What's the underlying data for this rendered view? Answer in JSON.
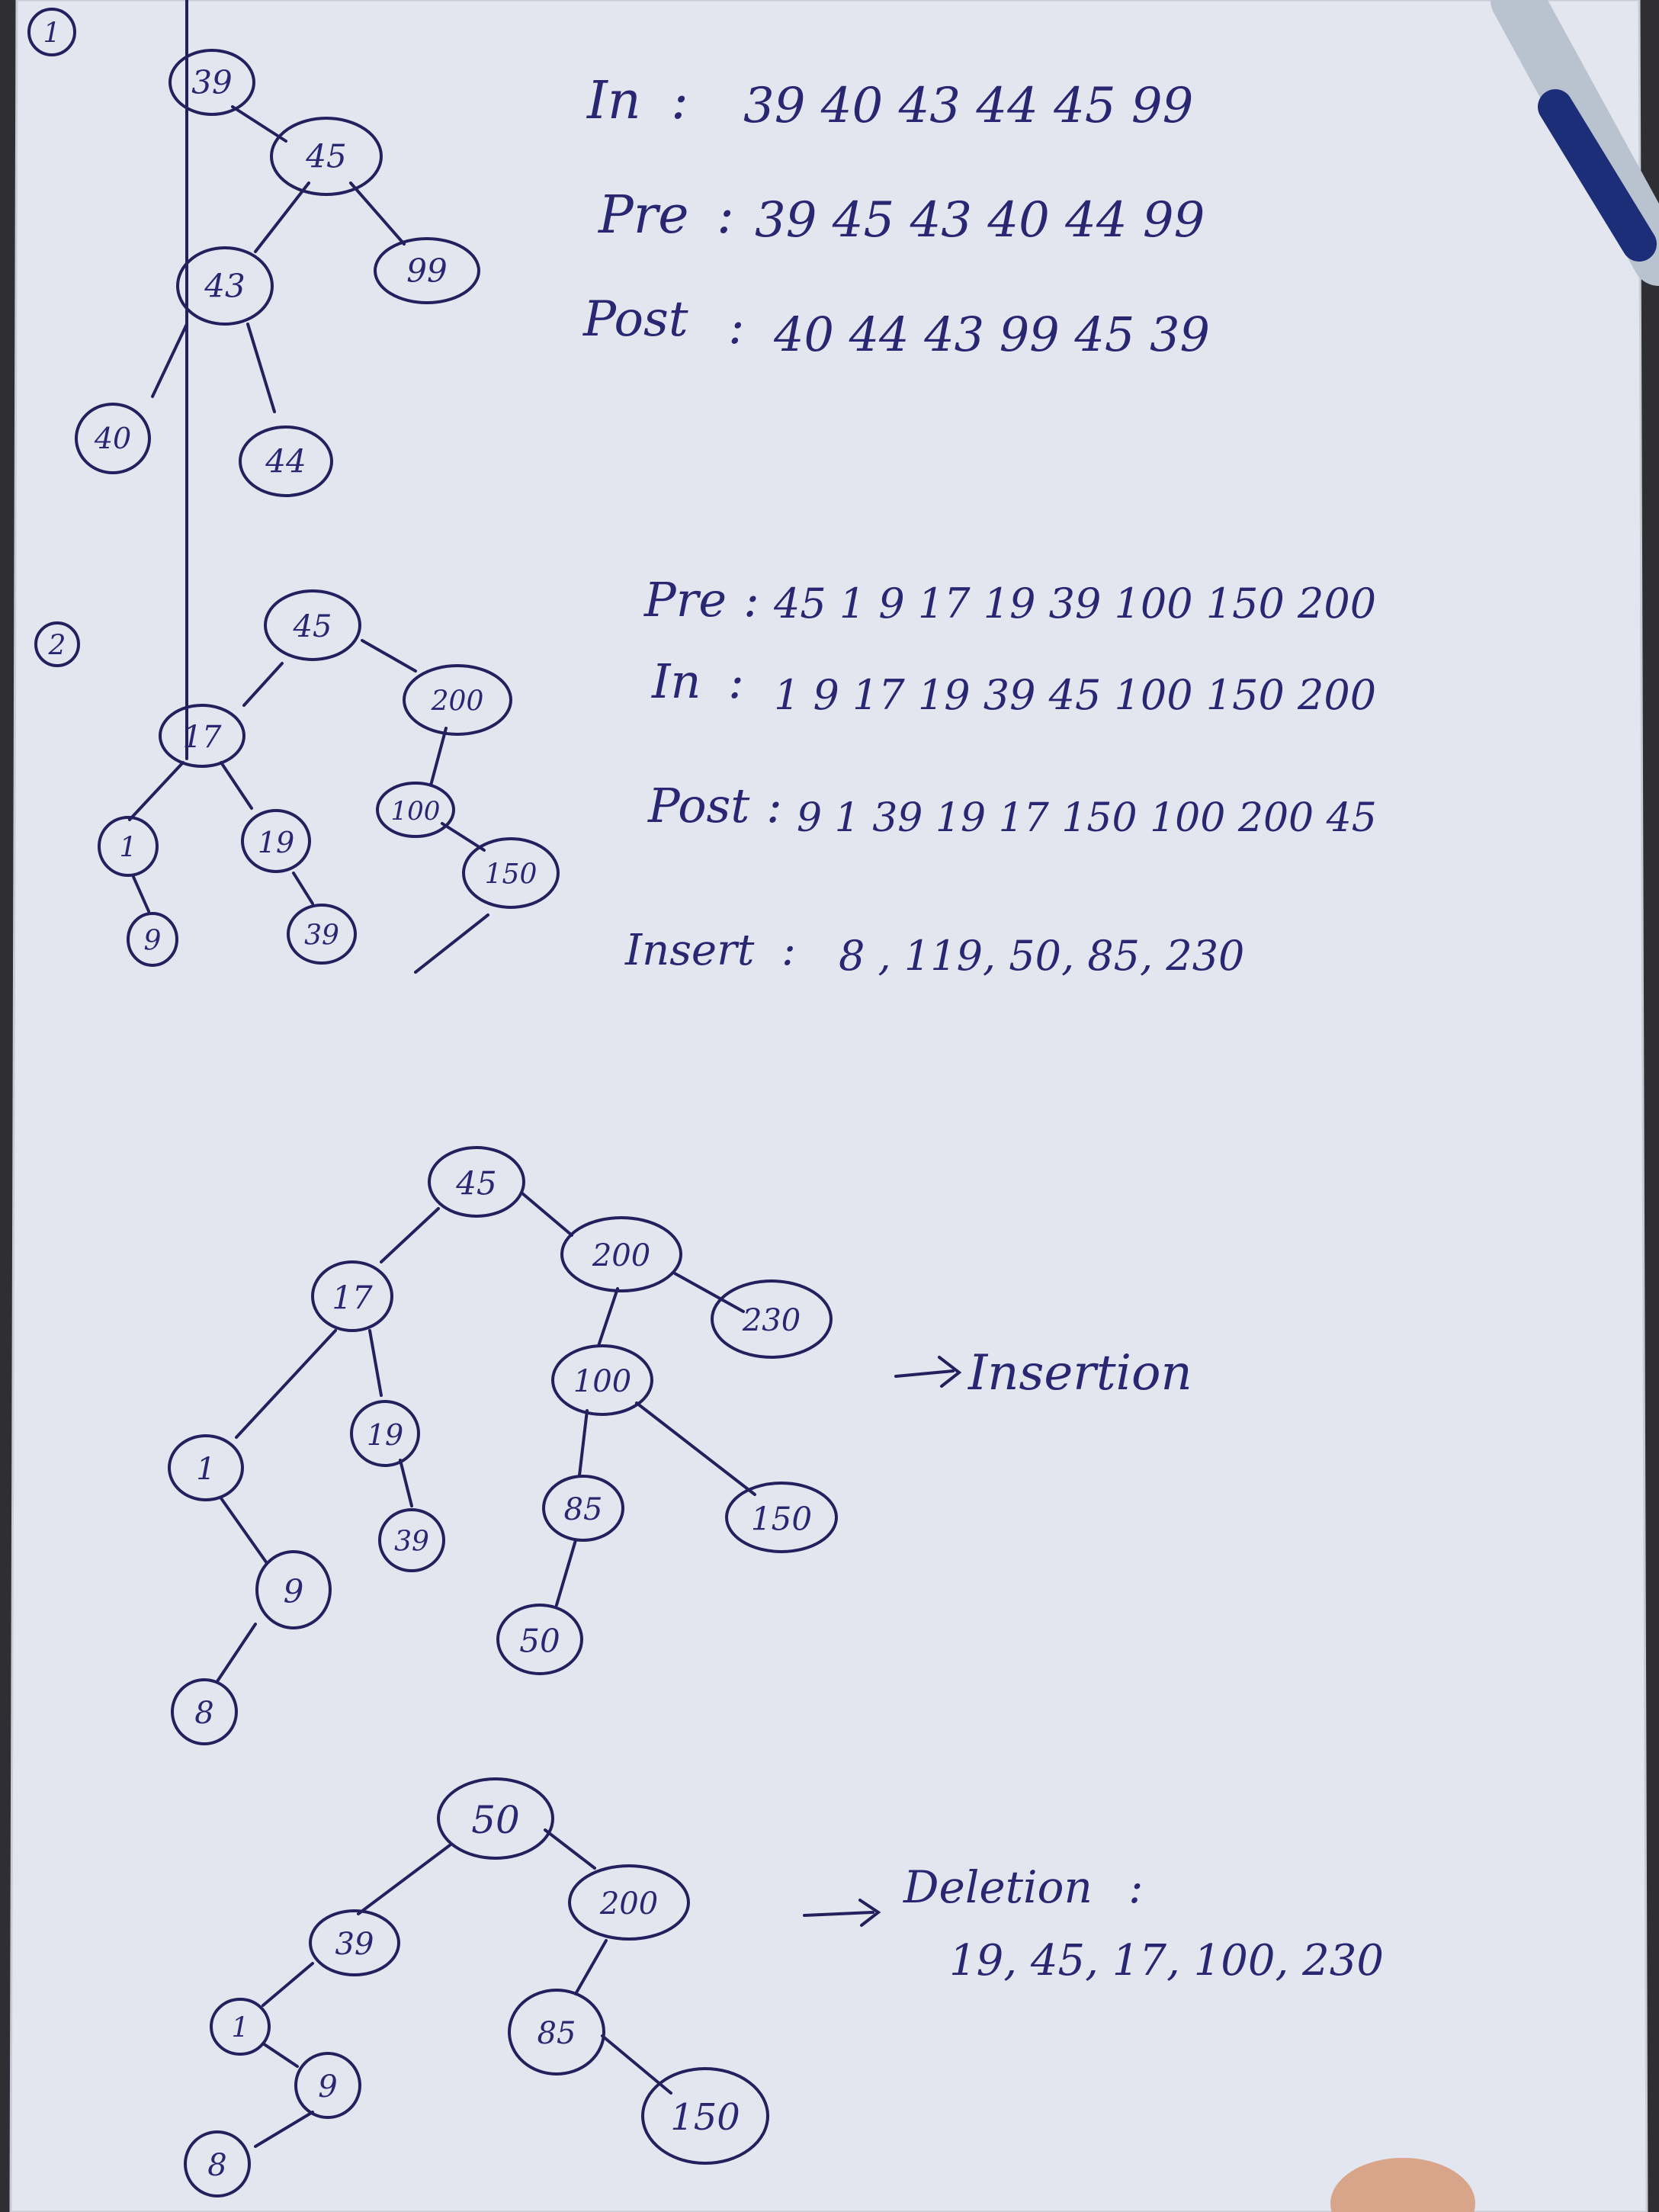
{
  "sections": [
    {
      "number": "1",
      "traversals": [
        {
          "label": "In",
          "values": "39   40   43   44   45   99"
        },
        {
          "label": "Pre",
          "values": "39   45   43   40   44   99"
        },
        {
          "label": "Post",
          "values": "40   44   43   99   45   39"
        }
      ],
      "tree_nodes": [
        "39",
        "45",
        "43",
        "99",
        "40",
        "44"
      ]
    },
    {
      "number": "2",
      "traversals": [
        {
          "label": "Pre",
          "values": "45  1  9  17  19 39  100  150  200"
        },
        {
          "label": "In",
          "values": "1  9  17  19  39  45  100 150  200"
        },
        {
          "label": "Post",
          "values": "9  1  39  19  17  150  100  200  45"
        }
      ],
      "insert": {
        "label": "Insert",
        "values": "8 , 119, 50, 85, 230"
      },
      "tree_nodes": [
        "45",
        "17",
        "200",
        "1",
        "19",
        "100",
        "9",
        "39",
        "150"
      ]
    }
  ],
  "insertion_tree": {
    "caption": "Insertion",
    "nodes": [
      "45",
      "17",
      "200",
      "230",
      "100",
      "1",
      "19",
      "85",
      "150",
      "39",
      "9",
      "50",
      "8"
    ]
  },
  "deletion_tree": {
    "caption_label": "Deletion",
    "caption_values": "19, 45, 17, 100, 230",
    "nodes": [
      "50",
      "39",
      "200",
      "1",
      "85",
      "9",
      "150",
      "8"
    ]
  }
}
